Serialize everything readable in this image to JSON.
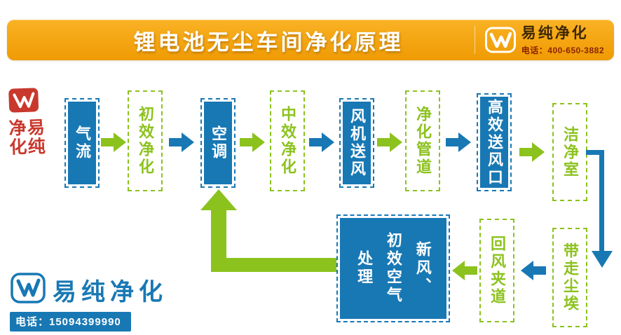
{
  "header": {
    "title": "锂电池无尘车间净化原理",
    "brand": "易纯净化",
    "phone": "电话：400-650-3882"
  },
  "seal": {
    "col_right": "易纯",
    "col_left": "净化"
  },
  "flow": {
    "row1": [
      {
        "label": "气流"
      },
      {
        "label": "初效净化"
      },
      {
        "label": "空调"
      },
      {
        "label": "中效净化"
      },
      {
        "label": "风机送风"
      },
      {
        "label": "净化管道"
      },
      {
        "label": "高效送风口"
      },
      {
        "label": "洁净室"
      }
    ],
    "row2": [
      {
        "label": "带走尘埃"
      },
      {
        "label": "回风夹道"
      },
      {
        "label": "新风、初效空气处理",
        "lines": [
          "新风、",
          "初效空气",
          "处理"
        ]
      }
    ]
  },
  "footer": {
    "brand": "易纯净化",
    "phone": "电话：15094399990"
  },
  "colors": {
    "blue": "#1878b4",
    "green": "#8cc21e",
    "header-top": "#f9b225",
    "header-bottom": "#ef9b05",
    "seal-red": "#c5281c",
    "header-text": "#3d2700",
    "header-phone": "#8d2300"
  }
}
